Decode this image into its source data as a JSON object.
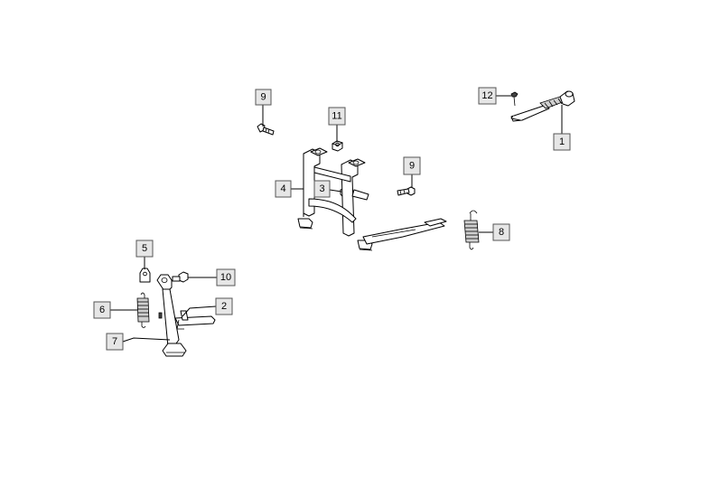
{
  "callouts": [
    {
      "id": "c9a",
      "label": "9"
    },
    {
      "id": "c11",
      "label": "11"
    },
    {
      "id": "c12",
      "label": "12"
    },
    {
      "id": "c1",
      "label": "1"
    },
    {
      "id": "c9b",
      "label": "9"
    },
    {
      "id": "c4",
      "label": "4"
    },
    {
      "id": "c3",
      "label": "3"
    },
    {
      "id": "c8",
      "label": "8"
    },
    {
      "id": "c5",
      "label": "5"
    },
    {
      "id": "c10",
      "label": "10"
    },
    {
      "id": "c2",
      "label": "2"
    },
    {
      "id": "c6",
      "label": "6"
    },
    {
      "id": "c7",
      "label": "7"
    }
  ],
  "colors": {
    "callout_fill": "#e6e6e6",
    "line": "#000000",
    "background": "#ffffff"
  }
}
